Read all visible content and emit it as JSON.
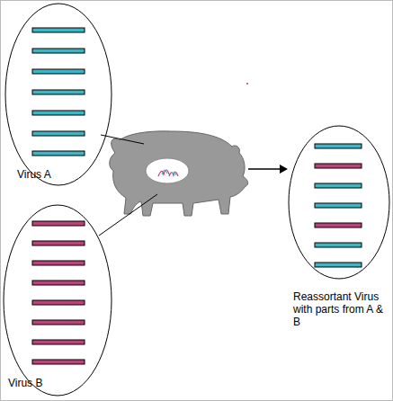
{
  "diagram": {
    "nodes": [
      {
        "text": [
          "Virus A"
        ]
      },
      {
        "text": [
          "Virus B"
        ]
      },
      {
        "text": [
          "Reassortant Virus with parts from A & B"
        ]
      }
    ]
  }
}
